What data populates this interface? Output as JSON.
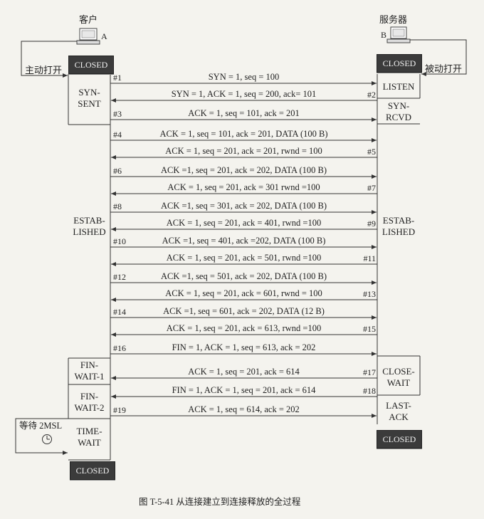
{
  "client": {
    "title": "客户",
    "tag": "A"
  },
  "server": {
    "title": "服务器",
    "tag": "B"
  },
  "active_open": "主动打开",
  "passive_open": "被动打开",
  "wait_2msl": "等待 2MSL",
  "client_states": {
    "closed_top": "CLOSED",
    "syn_sent": [
      "SYN-",
      "SENT"
    ],
    "established": [
      "ESTAB-",
      "LISHED"
    ],
    "fin_wait_1": [
      "FIN-",
      "WAIT-1"
    ],
    "fin_wait_2": [
      "FIN-",
      "WAIT-2"
    ],
    "time_wait": [
      "TIME-",
      "WAIT"
    ],
    "closed_bottom": "CLOSED"
  },
  "server_states": {
    "closed_top": "CLOSED",
    "listen": "LISTEN",
    "syn_rcvd": [
      "SYN-",
      "RCVD"
    ],
    "established": [
      "ESTAB-",
      "LISHED"
    ],
    "close_wait": [
      "CLOSE-",
      "WAIT"
    ],
    "last_ack": [
      "LAST-",
      "ACK"
    ],
    "closed_bottom": "CLOSED"
  },
  "messages": [
    {
      "id": "#1",
      "dir": "right",
      "text": "SYN = 1, seq = 100"
    },
    {
      "id": "#2",
      "dir": "left",
      "text": "SYN = 1, ACK = 1, seq = 200, ack= 101"
    },
    {
      "id": "#3",
      "dir": "right",
      "text": "ACK = 1, seq = 101, ack = 201"
    },
    {
      "id": "#4",
      "dir": "right",
      "text": "ACK = 1, seq = 101, ack = 201, DATA (100 B)"
    },
    {
      "id": "#5",
      "dir": "left",
      "text": "ACK = 1, seq = 201, ack = 201, rwnd = 100"
    },
    {
      "id": "#6",
      "dir": "right",
      "text": "ACK =1, seq = 201, ack = 202, DATA (100 B)"
    },
    {
      "id": "#7",
      "dir": "left",
      "text": "ACK = 1, seq = 201, ack = 301 rwnd =100"
    },
    {
      "id": "#8",
      "dir": "right",
      "text": "ACK =1, seq = 301, ack = 202, DATA (100 B)"
    },
    {
      "id": "#9",
      "dir": "left",
      "text": "ACK = 1, seq = 201, ack = 401, rwnd =100"
    },
    {
      "id": "#10",
      "dir": "right",
      "text": "ACK =1, seq = 401, ack =202, DATA (100 B)"
    },
    {
      "id": "#11",
      "dir": "left",
      "text": "ACK = 1, seq = 201, ack = 501, rwnd =100"
    },
    {
      "id": "#12",
      "dir": "right",
      "text": "ACK =1, seq = 501, ack = 202, DATA (100 B)"
    },
    {
      "id": "#13",
      "dir": "left",
      "text": "ACK = 1, seq = 201, ack = 601, rwnd = 100"
    },
    {
      "id": "#14",
      "dir": "right",
      "text": "ACK =1, seq = 601, ack = 202, DATA (12 B)"
    },
    {
      "id": "#15",
      "dir": "left",
      "text": "ACK = 1, seq = 201, ack = 613, rwnd =100"
    },
    {
      "id": "#16",
      "dir": "right",
      "text": "FIN = 1, ACK = 1, seq = 613, ack = 202"
    },
    {
      "id": "#17",
      "dir": "left",
      "text": "ACK = 1, seq = 201, ack = 614"
    },
    {
      "id": "#18",
      "dir": "left",
      "text": "FIN = 1, ACK = 1, seq = 201, ack = 614"
    },
    {
      "id": "#19",
      "dir": "right",
      "text": "ACK = 1, seq = 614, ack = 202"
    }
  ],
  "caption": "图 T-5-41   从连接建立到连接释放的全过程",
  "colors": {
    "line": "#333333",
    "dark_box": "#3b3b3b",
    "background": "#f4f3ee"
  }
}
